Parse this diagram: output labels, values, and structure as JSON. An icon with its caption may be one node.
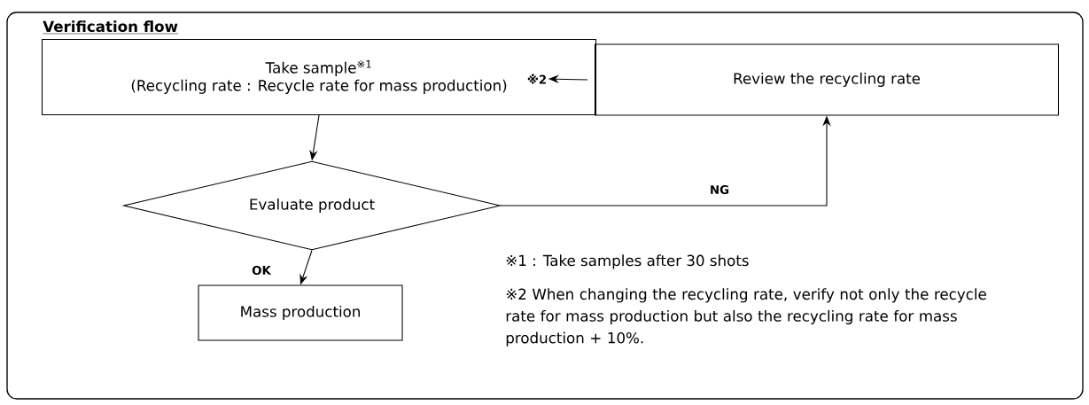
{
  "diagram": {
    "title": "Verification flow",
    "nodes": [
      {
        "text": [
          "Take sample$^{※1}$",
          "(Recycling rate : Recycle rate for mass production)"
        ]
      },
      {
        "text": [
          "※2"
        ],
        "in": 0
      },
      {
        "text": [
          "Review the recycling rate"
        ]
      },
      {
        "text": [
          "Evaluate product"
        ]
      },
      {
        "text": [
          "Mass production"
        ]
      }
    ],
    "edges": [
      {
        "from": 0,
        "to": 3,
        "arrow": "to"
      },
      {
        "from": 2,
        "to": 1,
        "arrow": "to"
      },
      {
        "from": 3,
        "to": 2,
        "arrow": "to",
        "label": "NG"
      },
      {
        "from": 3,
        "to": 4,
        "arrow": "to",
        "label": "OK"
      }
    ],
    "labels": [
      "※1 : Take samples after 30 shots",
      "※2 When changing the recycling rate, verify not only the recycle rate for mass production but also the recycling rate for mass production + 10%."
    ]
  }
}
